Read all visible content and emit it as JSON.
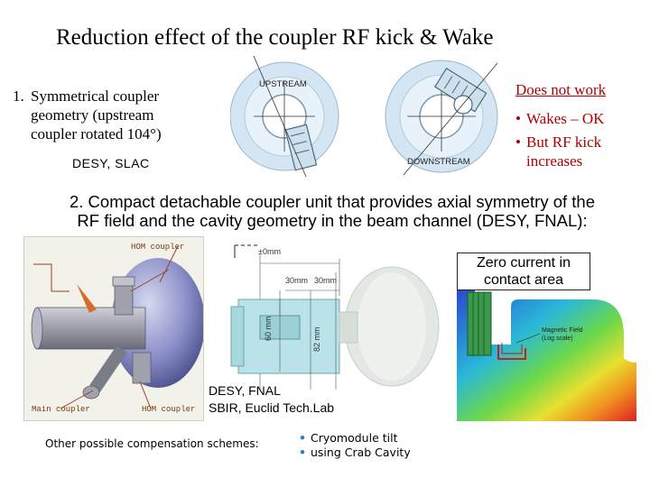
{
  "title": "Reduction effect of the coupler RF kick & Wake",
  "item1": {
    "number": "1.",
    "line1": "Symmetrical coupler",
    "line2": "geometry (upstream",
    "line3": "coupler rotated 104°)",
    "credit": "DESY, SLAC"
  },
  "cavity_figure": {
    "upstream_label": "UPSTREAM",
    "downstream_label": "DOWNSTREAM"
  },
  "result": {
    "heading": "Does not work",
    "bullet1": "Wakes – OK",
    "bullet2_line1": "But RF kick",
    "bullet2_line2": "increases",
    "bullet_symbol": "•"
  },
  "item2": {
    "line1": "2. Compact detachable coupler unit that provides axial symmetry of the",
    "line2": "RF field and the cavity geometry in the beam channel (DESY, FNAL):"
  },
  "left_figure": {
    "hom_top": "HOM coupler",
    "main": "Main coupler",
    "hom_bottom": "HOM coupler"
  },
  "mid_figure": {
    "dim_top": "±0mm",
    "dim_30a": "30mm",
    "dim_30b": "30mm",
    "dim_60": "60 mm",
    "dim_82": "82 mm"
  },
  "zero_box": {
    "line1": "Zero current in",
    "line2": "contact area"
  },
  "right_figure": {
    "legend_line1": "Magnetic Field",
    "legend_line2": "(Log scale)"
  },
  "credit2": {
    "line1": "DESY, FNAL",
    "line2": "SBIR, Euclid Tech.Lab"
  },
  "other": {
    "label": "Other possible compensation schemes:",
    "option1": "Cryomodule tilt",
    "option2": "using Crab Cavity",
    "bullet_symbol": "•"
  },
  "colors": {
    "result_red": "#b00000",
    "option_blue": "#2c7ad0"
  }
}
